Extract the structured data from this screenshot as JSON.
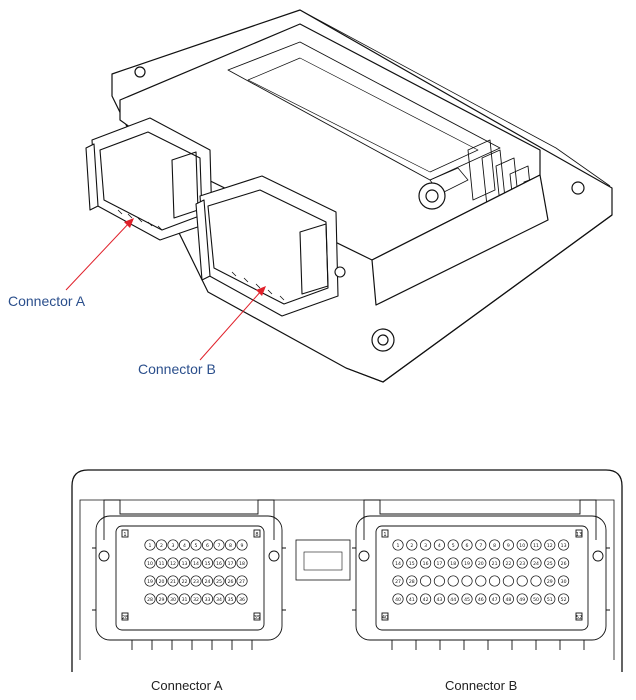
{
  "labels": {
    "iso_connector_a": "Connector A",
    "iso_connector_b": "Connector B",
    "front_connector_a": "Connector A",
    "front_connector_b": "Connector B"
  },
  "connector_a": {
    "corner_labels": [
      "1",
      "8",
      "28",
      "35"
    ],
    "pin_rows": [
      [
        "1",
        "2",
        "3",
        "4",
        "5",
        "6",
        "7",
        "8",
        "9"
      ],
      [
        "10",
        "11",
        "12",
        "13",
        "14",
        "15",
        "16",
        "17",
        "18"
      ],
      [
        "19",
        "20",
        "21",
        "22",
        "23",
        "24",
        "25",
        "26",
        "27"
      ],
      [
        "28",
        "29",
        "30",
        "31",
        "32",
        "33",
        "34",
        "35",
        "36"
      ]
    ]
  },
  "connector_b": {
    "corner_labels": [
      "1",
      "13",
      "40",
      "52"
    ],
    "pin_rows": [
      [
        "1",
        "2",
        "3",
        "4",
        "5",
        "6",
        "7",
        "8",
        "9",
        "10",
        "11",
        "12",
        "13"
      ],
      [
        "14",
        "15",
        "16",
        "17",
        "18",
        "19",
        "20",
        "21",
        "22",
        "23",
        "24",
        "25",
        "26"
      ],
      [
        "27",
        "28",
        "",
        "",
        "",
        "",
        "",
        "",
        "",
        "",
        "",
        "29",
        "30"
      ],
      [
        "40",
        "41",
        "42",
        "43",
        "44",
        "45",
        "46",
        "47",
        "48",
        "49",
        "50",
        "51",
        "52"
      ]
    ]
  },
  "colors": {
    "leader_line": "#e0202a",
    "callout_text": "#2b4f8c",
    "outline": "#111111"
  }
}
